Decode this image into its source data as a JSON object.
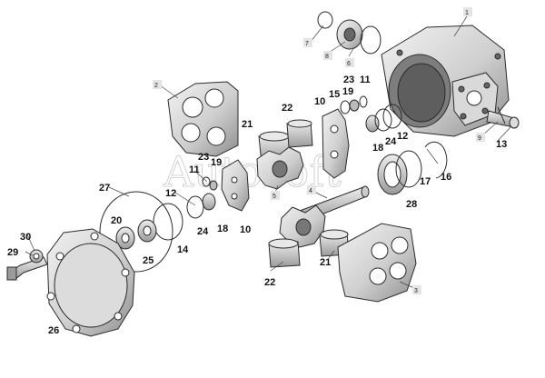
{
  "watermark": "Autosoft",
  "callouts": {
    "c1": "1",
    "c2": "2",
    "c3": "3",
    "c4": "4",
    "c5": "5",
    "c6": "6",
    "c7": "7",
    "c8": "8",
    "c9": "9",
    "c10a": "10",
    "c10b": "10",
    "c11a": "11",
    "c11b": "11",
    "c12a": "12",
    "c12b": "12",
    "c13": "13",
    "c14": "14",
    "c15": "15",
    "c16": "16",
    "c17": "17",
    "c18a": "18",
    "c18b": "18",
    "c19a": "19",
    "c19b": "19",
    "c20": "20",
    "c21a": "21",
    "c21b": "21",
    "c22a": "22",
    "c22b": "22",
    "c23a": "23",
    "c23b": "23",
    "c24a": "24",
    "c24b": "24",
    "c25": "25",
    "c26": "26",
    "c27": "27",
    "c28": "28",
    "c29": "29",
    "c30": "30"
  },
  "colors": {
    "metal_light": "#e6e6e6",
    "metal_mid": "#c4c4c4",
    "metal_dark": "#8c8c8c",
    "line": "#2b2b2b",
    "background": "#ffffff"
  }
}
